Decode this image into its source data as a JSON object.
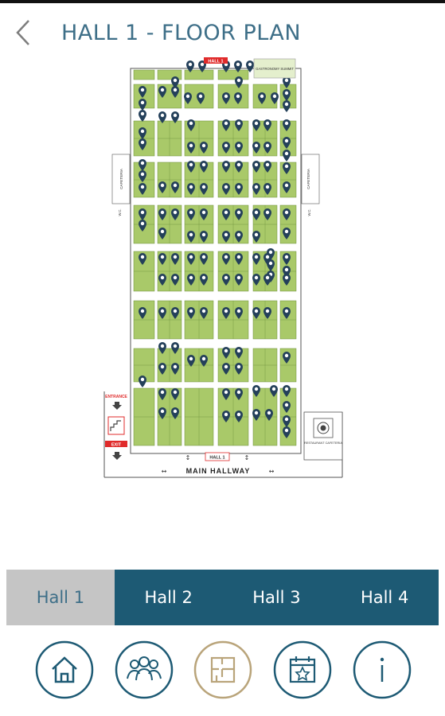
{
  "header": {
    "title": "HALL 1 - FLOOR PLAN",
    "back_icon": "chevron-left-icon"
  },
  "colors": {
    "accent": "#1d5a74",
    "title": "#3e6f88",
    "booth": "#a9c969",
    "pin": "#24405a",
    "active_tab": "#c5c5c5",
    "active_nav": "#b9a47a"
  },
  "floorplan": {
    "labels": {
      "hall": "HALL 1",
      "gastronomy": "GASTRONOMY SUMMIT",
      "cafeteria_left": "CAFETERIA",
      "cafeteria_right": "CAFETERIA",
      "wc_left": "W.C.",
      "wc_right": "W.C.",
      "entrance": "ENTRANCE",
      "exit": "EXIT",
      "restaurant": "RESTAURANT CAFETERIA",
      "main_hallway": "MAIN HALLWAY",
      "hall_bottom": "HALL 1"
    }
  },
  "tabs": [
    {
      "label": "Hall 1",
      "active": true
    },
    {
      "label": "Hall 2",
      "active": false
    },
    {
      "label": "Hall 3",
      "active": false
    },
    {
      "label": "Hall 4",
      "active": false
    }
  ],
  "nav": [
    {
      "icon": "home-icon",
      "active": false
    },
    {
      "icon": "exhibitors-icon",
      "active": false
    },
    {
      "icon": "floor-plan-icon",
      "active": true
    },
    {
      "icon": "calendar-icon",
      "active": false
    },
    {
      "icon": "info-icon",
      "active": false
    }
  ]
}
